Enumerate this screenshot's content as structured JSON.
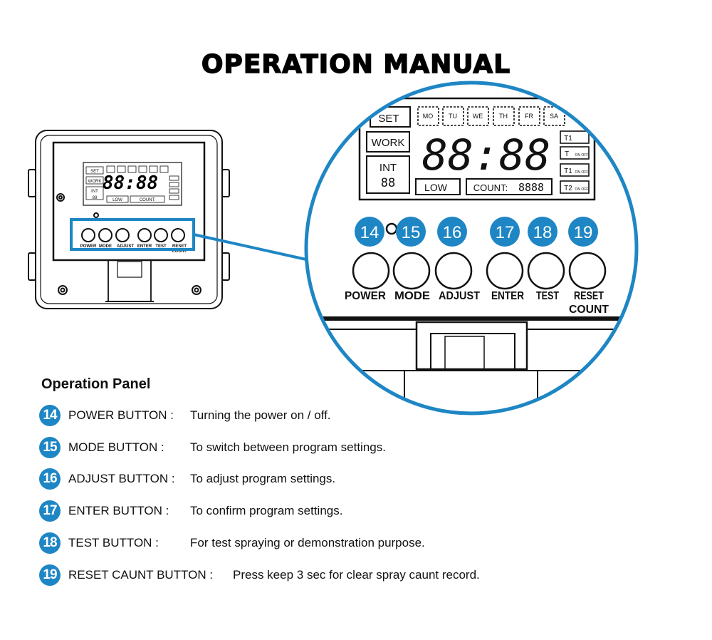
{
  "title": "OPERATION MANUAL",
  "accent_color": "#1e86c4",
  "device": {
    "display": {
      "set_label": "SET",
      "days": [
        "MO",
        "TU",
        "WE",
        "TH",
        "FR",
        "SA"
      ],
      "work_label": "WORK",
      "int_label": "INT",
      "int_digits": "88",
      "clock": "88:88",
      "low_label": "LOW",
      "count_label": "COUNT:",
      "count_digits": "8888",
      "side_labels": [
        "T1",
        "T",
        "T1",
        "T2"
      ],
      "on_off": "ON OFF"
    },
    "buttons": [
      {
        "number": "14",
        "label": "POWER"
      },
      {
        "number": "15",
        "label": "MODE"
      },
      {
        "number": "16",
        "label": "ADJUST"
      },
      {
        "number": "17",
        "label": "ENTER"
      },
      {
        "number": "18",
        "label": "TEST"
      },
      {
        "number": "19",
        "label_line1": "RESET",
        "label_line2": "COUNT"
      }
    ]
  },
  "operation_panel": {
    "heading": "Operation Panel",
    "items": [
      {
        "number": "14",
        "label": "POWER BUTTON :",
        "description": "Turning the power on / off."
      },
      {
        "number": "15",
        "label": "MODE BUTTON :",
        "description": "To switch between program settings."
      },
      {
        "number": "16",
        "label": "ADJUST BUTTON :",
        "description": "To adjust program settings."
      },
      {
        "number": "17",
        "label": "ENTER BUTTON :",
        "description": "To confirm program settings."
      },
      {
        "number": "18",
        "label": "TEST BUTTON :",
        "description": "For test spraying or demonstration purpose."
      },
      {
        "number": "19",
        "label": "RESET CAUNT BUTTON :",
        "description": "Press keep 3 sec for clear spray caunt record."
      }
    ]
  }
}
